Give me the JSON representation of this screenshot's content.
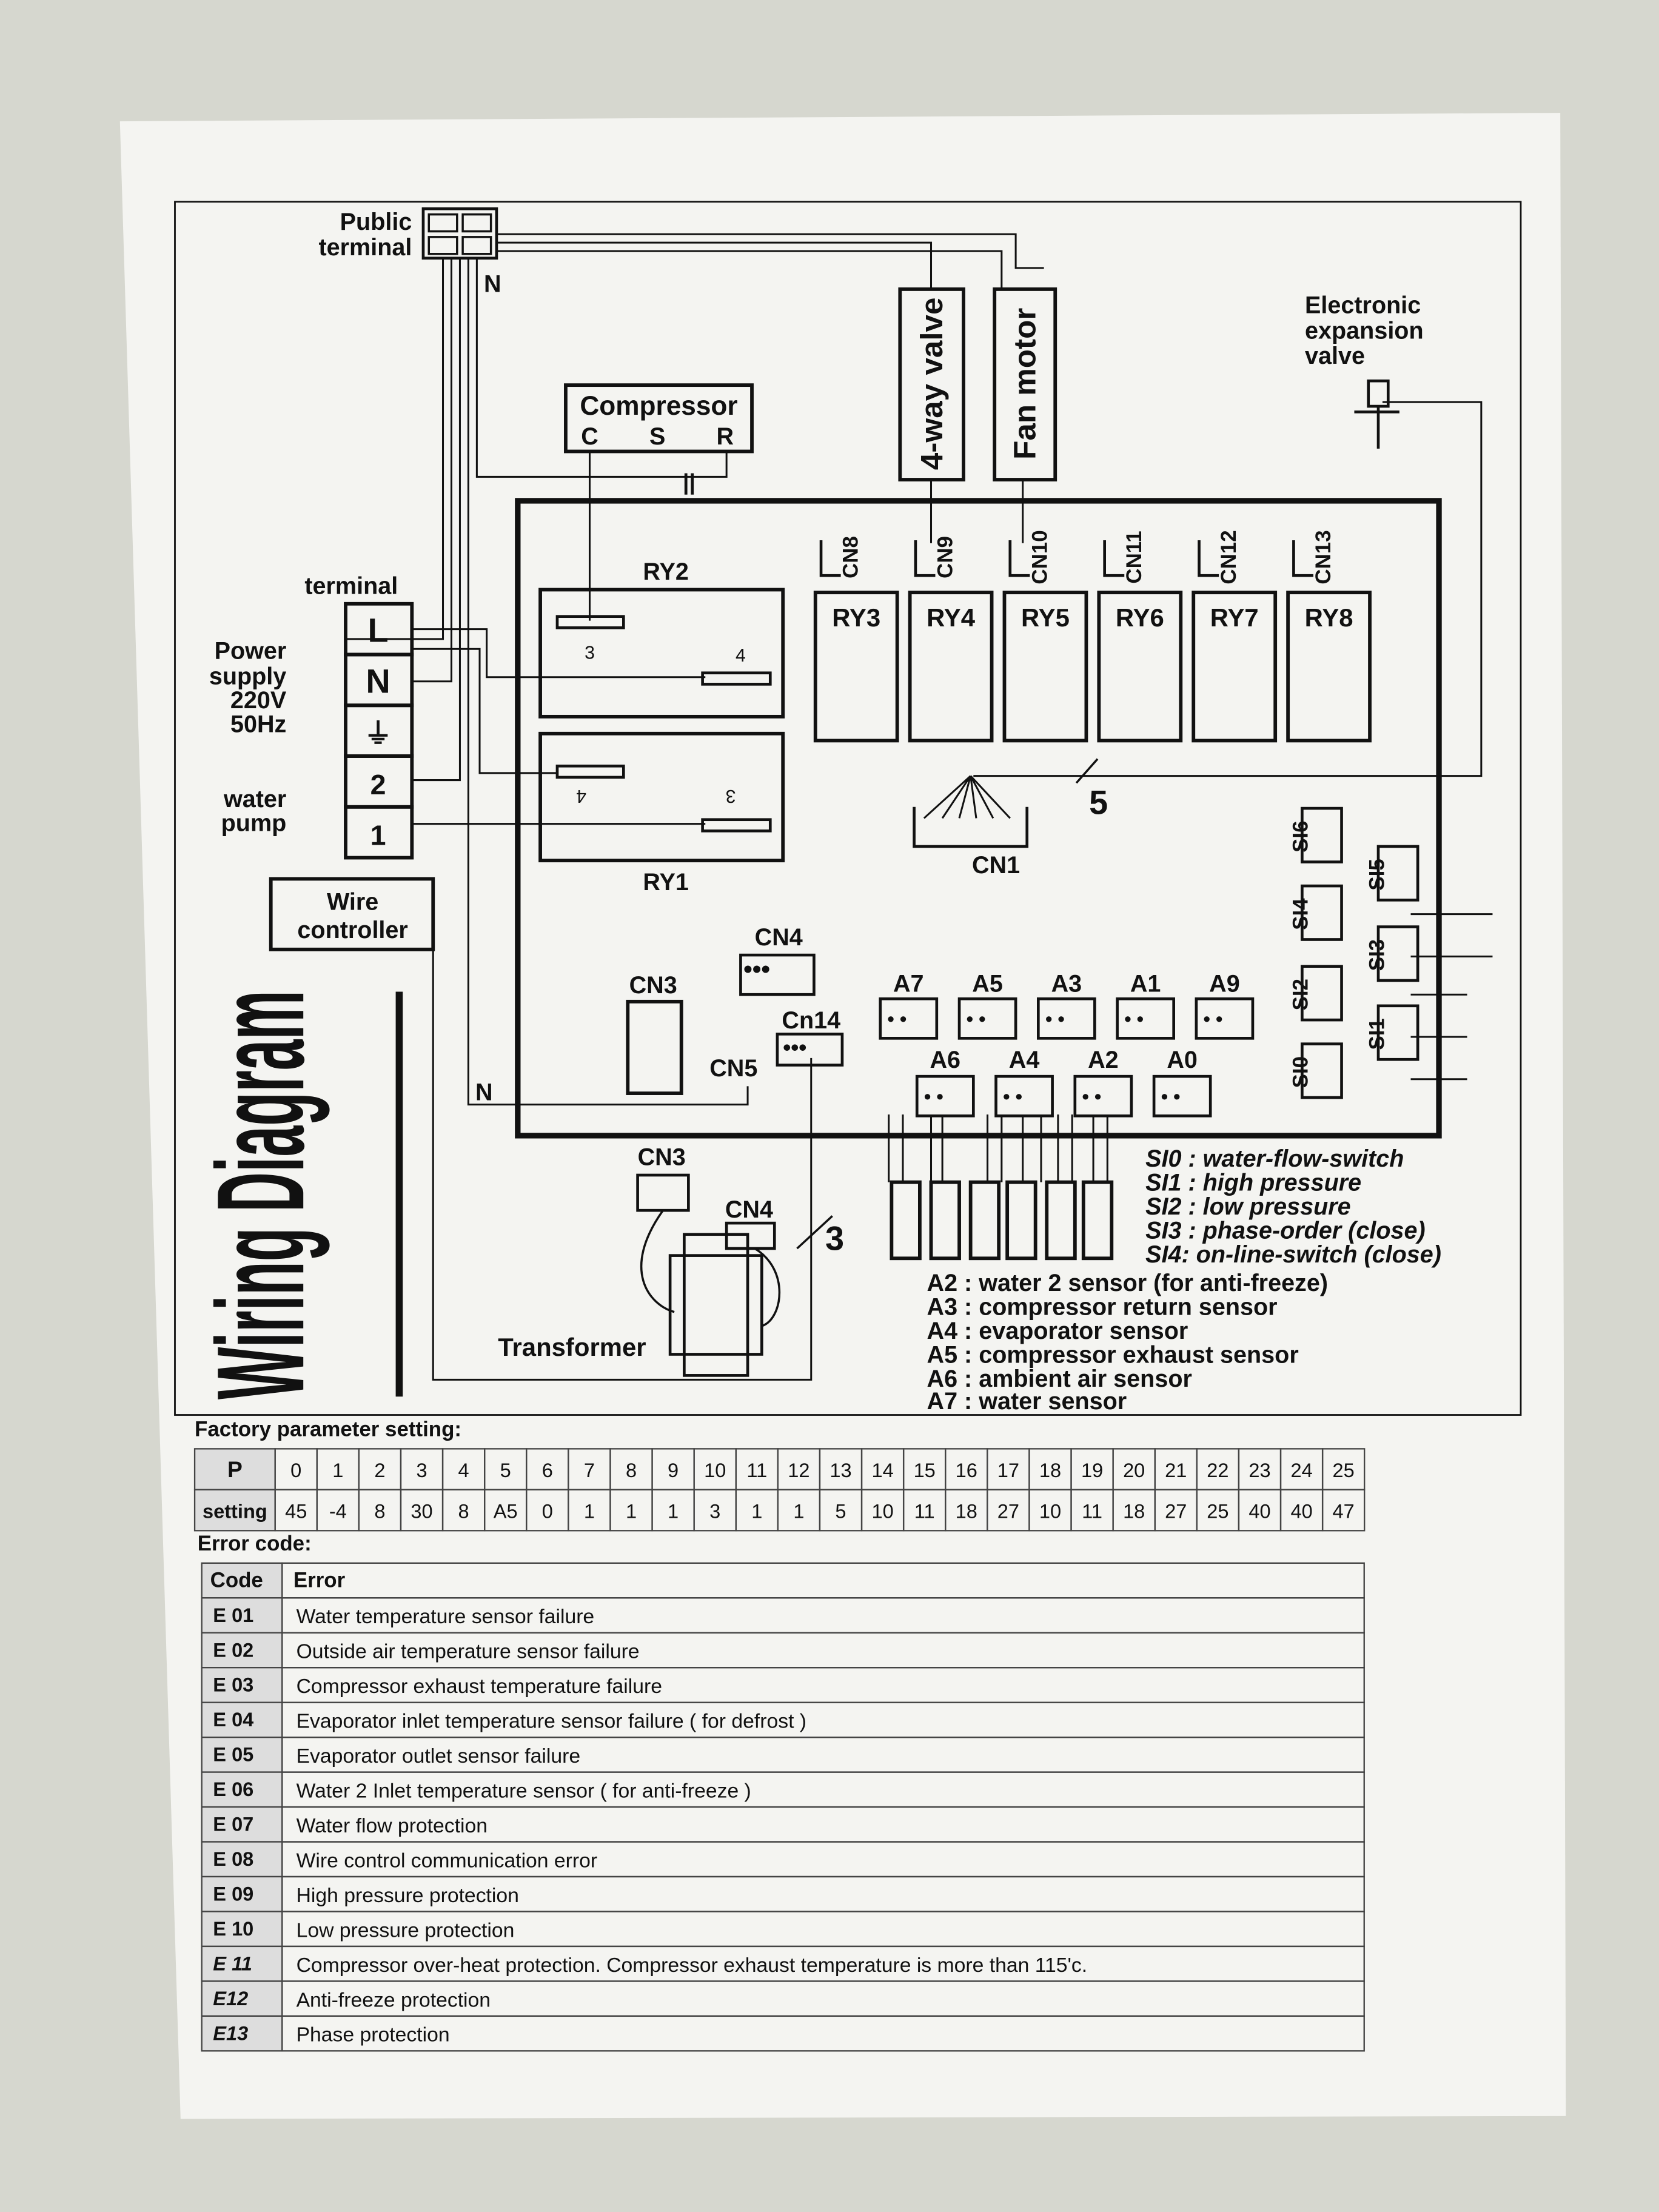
{
  "diagram": {
    "title": "Wiring Diagram",
    "public_terminal": [
      "Public",
      "terminal"
    ],
    "n_label": "N",
    "compressor": {
      "label": "Compressor",
      "pins": [
        "C",
        "S",
        "R"
      ]
    },
    "four_way_valve": "4-way valve",
    "fan_motor": "Fan motor",
    "expansion_valve": [
      "Electronic",
      "expansion",
      "valve"
    ],
    "cn_top": [
      "CN8",
      "CN9",
      "CN10",
      "CN11",
      "CN12",
      "CN13"
    ],
    "relays": [
      "RY3",
      "RY4",
      "RY5",
      "RY6",
      "RY7",
      "RY8"
    ],
    "ry2": {
      "label": "RY2",
      "pins": [
        "3",
        "4"
      ]
    },
    "ry1": {
      "label": "RY1",
      "pins": [
        "4",
        "3"
      ]
    },
    "terminal_label": "terminal",
    "terminal_cells": [
      "L",
      "N",
      "⏚",
      "2",
      "1"
    ],
    "power_supply": [
      "Power",
      "supply",
      "220V",
      "50Hz"
    ],
    "water_pump": [
      "water",
      "pump"
    ],
    "wire_controller": [
      "Wire",
      "controller"
    ],
    "cn1": "CN1",
    "wire_count_5": "5",
    "wire_count_3": "3",
    "cn3": "CN3",
    "cn4": "CN4",
    "cn14": "Cn14",
    "cn5": "CN5",
    "n_label2": "N",
    "sensor_row1": [
      "A7",
      "A5",
      "A3",
      "A1",
      "A9"
    ],
    "sensor_row2": [
      "A6",
      "A4",
      "A2",
      "A0"
    ],
    "switches": [
      "SI6",
      "SI5",
      "SI4",
      "SI3",
      "SI2",
      "SI1",
      "SI0"
    ],
    "transformer": {
      "label": "Transformer",
      "cn3": "CN3",
      "cn4": "CN4"
    },
    "switch_legend": [
      "SI0 : water-flow-switch",
      "SI1 : high pressure",
      "SI2 : low pressure",
      "SI3 : phase-order (close)",
      "SI4: on-line-switch (close)"
    ],
    "sensor_legend": [
      "A2 : water 2 sensor (for anti-freeze)",
      "A3 : compressor return sensor",
      "A4 : evaporator sensor",
      "A5 : compressor exhaust sensor",
      "A6 : ambient air sensor",
      "A7 : water sensor"
    ]
  },
  "factory": {
    "title": "Factory parameter setting:",
    "row_labels": [
      "P",
      "setting"
    ],
    "p": [
      "0",
      "1",
      "2",
      "3",
      "4",
      "5",
      "6",
      "7",
      "8",
      "9",
      "10",
      "11",
      "12",
      "13",
      "14",
      "15",
      "16",
      "17",
      "18",
      "19",
      "20",
      "21",
      "22",
      "23",
      "24",
      "25"
    ],
    "setting": [
      "45",
      "-4",
      "8",
      "30",
      "8",
      "A5",
      "0",
      "1",
      "1",
      "1",
      "3",
      "1",
      "1",
      "5",
      "10",
      "11",
      "18",
      "27",
      "10",
      "11",
      "18",
      "27",
      "25",
      "40",
      "40",
      "47"
    ]
  },
  "errors": {
    "title": "Error code:",
    "headers": [
      "Code",
      "Error"
    ],
    "rows": [
      [
        "E 01",
        "Water temperature sensor failure"
      ],
      [
        "E 02",
        "Outside air temperature sensor failure"
      ],
      [
        "E 03",
        "Compressor exhaust temperature failure"
      ],
      [
        "E 04",
        "Evaporator inlet temperature sensor failure ( for defrost )"
      ],
      [
        "E 05",
        "Evaporator outlet sensor failure"
      ],
      [
        "E 06",
        "Water 2 Inlet temperature sensor ( for anti-freeze )"
      ],
      [
        "E 07",
        "Water flow protection"
      ],
      [
        "E 08",
        "Wire control communication error"
      ],
      [
        "E 09",
        "High pressure protection"
      ],
      [
        "E 10",
        "Low pressure protection"
      ],
      [
        "E 11",
        "Compressor over-heat protection. Compressor exhaust temperature is more than 115'c."
      ],
      [
        "E12",
        "Anti-freeze protection"
      ],
      [
        "E13",
        "Phase protection"
      ]
    ]
  }
}
